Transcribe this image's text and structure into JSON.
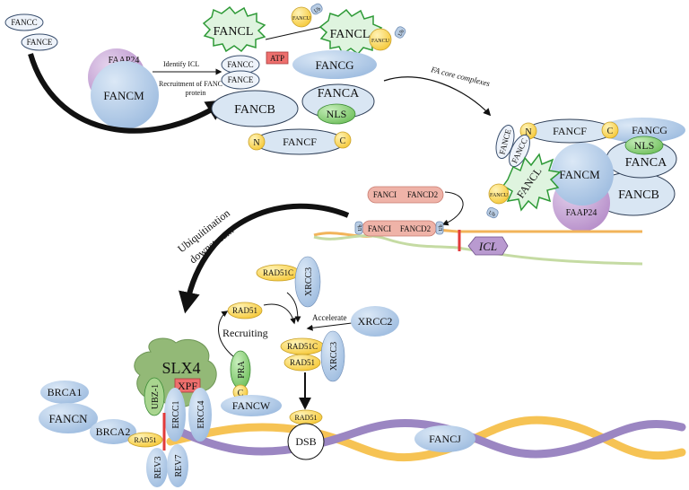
{
  "labels": {
    "fancc_top": "FANCC",
    "fance_top": "FANCE",
    "faap24_top": "FAAP24",
    "fancm_top": "FANCM",
    "identify_icl": "Identify ICL",
    "recruitment": "Recruitment of FANC",
    "protein": "protein",
    "fancl_left": "FANCL",
    "fancl_right": "FANCL",
    "fancu_top1": "FANCU",
    "fancu_top2": "FANCU",
    "ub_top1": "Ub",
    "ub_top2": "Ub",
    "atp": "ATP",
    "fancc_mid": "FANCC",
    "fance_mid": "FANCE",
    "fancg_mid": "FANCG",
    "fancb_mid": "FANCB",
    "fanca_mid": "FANCA",
    "nls_mid": "NLS",
    "n_mid": "N",
    "fancf_mid": "FANCF",
    "c_mid": "C",
    "fa_core": "FA core complexes",
    "fance_core": "FANCE",
    "fancc_core": "FANCC",
    "n_core": "N",
    "fancf_core": "FANCF",
    "c_core": "C",
    "fancg_core": "FANCG",
    "nls_core": "NLS",
    "fanca_core": "FANCA",
    "fancm_core": "FANCM",
    "fancl_core": "FANCL",
    "fancu_core": "FANCU",
    "ub_core": "Ub",
    "faap24_core": "FAAP24",
    "fancb_core": "FANCB",
    "ubiq_1": "Ubiquitination",
    "ubiq_2": "downstream",
    "fanci_1": "FANCI",
    "fancd2_1": "FANCD2",
    "ub_d1": "Ub",
    "fanci_2": "FANCI",
    "fancd2_2": "FANCD2",
    "ub_d2": "Ub",
    "icl": "ICL",
    "rad51c_top": "RAD51C",
    "xrcc3_top": "XRCC3",
    "rad51_left": "RAD51",
    "accelerate": "Accelerate",
    "xrcc2": "XRCC2",
    "recruiting": "Recruiting",
    "rad51c_mid": "RAD51C",
    "rad51_mid": "RAD51",
    "xrcc3_mid": "XRCC3",
    "pra": "PRA",
    "c_w": "C",
    "fancw": "FANCW",
    "rad51_dsb": "RAD51",
    "dsb": "DSB",
    "fancj": "FANCJ",
    "slx4": "SLX4",
    "xpf": "XPF",
    "ubz1": "UBZ-1",
    "ercc1": "ERCC1",
    "ercc4": "ERCC4",
    "brca1": "BRCA1",
    "fancn": "FANCN",
    "brca2": "BRCA2",
    "rad51_rev": "RAD51",
    "rev3": "REV3",
    "rev7": "REV7"
  },
  "colors": {
    "blue_fill": "#b4cce6",
    "blue_stroke": "#6e8cb4",
    "purple": "#c9a8d6",
    "yellow": "#fbd857",
    "yellow_stroke": "#c8a12a",
    "green": "#8fd17c",
    "green_stroke": "#3c8c36",
    "red": "#f0696b",
    "salmon": "#eeada2",
    "helix_yellow": "#f6c354",
    "helix_purple": "#9b86c2",
    "helix_green": "#c5dba3",
    "slx4_green": "#93b977"
  },
  "icons": {
    "arrow": "arrow-icon",
    "burst": "star-burst-icon",
    "hexagon": "hexagon-icon"
  }
}
